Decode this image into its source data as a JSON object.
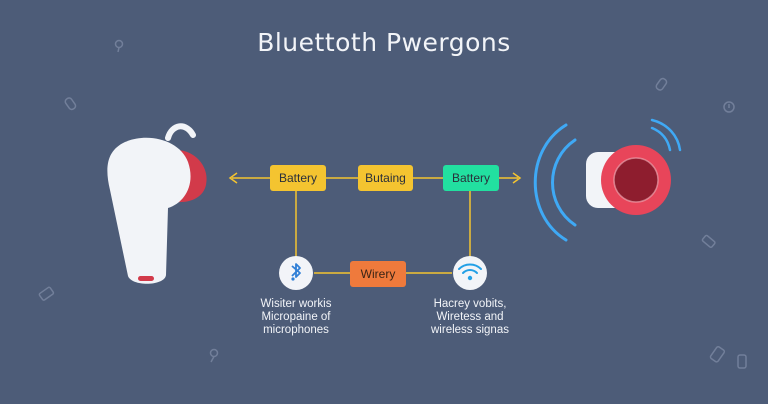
{
  "title": "Bluettoth Pwergons",
  "boxes": {
    "battery_left": "Battery",
    "butaing": "Butaing",
    "battery_right": "Battery",
    "wirery": "Wirery"
  },
  "captions": {
    "left": [
      "Wisiter workis",
      "Micropaine of",
      "microphones"
    ],
    "right": [
      "Hacrey vobits,",
      "Wiretess and",
      "wireless signas"
    ]
  },
  "icons": {
    "earbud_left": "earbud-icon",
    "earbud_right": "earbud-icon",
    "bluetooth": "bluetooth-icon",
    "wifi": "wifi-icon"
  },
  "colors": {
    "background": "#4d5c78",
    "connector": "#f4c430",
    "battery": "#f4c430",
    "butaing": "#f4c430",
    "battery_green": "#22e0a0",
    "wirery": "#ef7a3c",
    "signal": "#3fa9f5",
    "earbud_accent": "#d23a4a"
  }
}
